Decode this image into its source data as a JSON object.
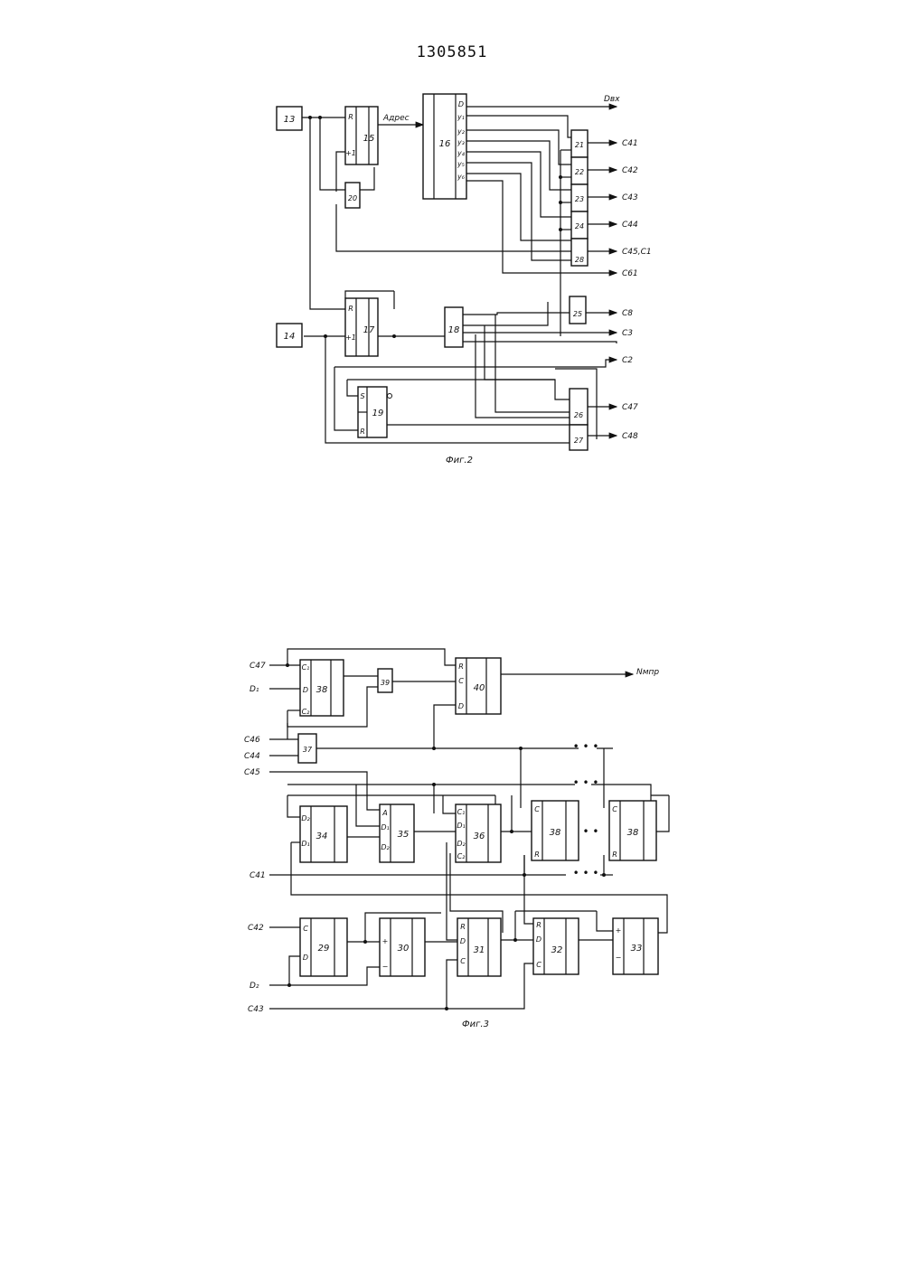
{
  "document": {
    "patent_number": "1305851"
  },
  "figure2": {
    "caption": "Фиг.2",
    "blocks": {
      "b13": "13",
      "b14": "14",
      "b15": "15",
      "b16": "16",
      "b17": "17",
      "b18": "18",
      "b19": "19",
      "b20": "20",
      "b21": "21",
      "b22": "22",
      "b23": "23",
      "b24": "24",
      "b25": "25",
      "b26": "26",
      "b27": "27",
      "b28": "28"
    },
    "pins": {
      "R": "R",
      "plus1": "+1",
      "S": "S",
      "D": "D",
      "y1": "y₁",
      "y2": "y₂",
      "y3": "y₃",
      "y4": "y₄",
      "y5": "y₅",
      "y6": "y₆"
    },
    "signals": {
      "addr": "Адрес",
      "dvh": "Dвх",
      "c41": "С41",
      "c42": "С42",
      "c43": "С43",
      "c44": "С44",
      "c45c1": "С45,С1",
      "c61": "С61",
      "c8": "С8",
      "c3": "С3",
      "c2": "С2",
      "c47": "С47",
      "c48": "С48"
    }
  },
  "figure3": {
    "caption": "Фиг.3",
    "blocks": {
      "b29": "29",
      "b30": "30",
      "b31": "31",
      "b32": "32",
      "b33": "33",
      "b34": "34",
      "b35": "35",
      "b36": "36",
      "b37": "37",
      "b38": "38",
      "b39": "39",
      "b40": "40",
      "b38a": "38",
      "b38b": "38"
    },
    "pins": {
      "C": "C",
      "D": "D",
      "R": "R",
      "A": "A",
      "C1": "C₁",
      "C2": "C₂",
      "D1": "D₁",
      "D2": "D₂",
      "plus": "+",
      "minus": "−"
    },
    "signals": {
      "c47": "С47",
      "d1": "D₁",
      "c46": "С46",
      "c44": "С44",
      "c45": "С45",
      "c41": "С41",
      "c42": "С42",
      "d2": "D₂",
      "c43": "С43",
      "nmpp": "Nмпр"
    }
  }
}
